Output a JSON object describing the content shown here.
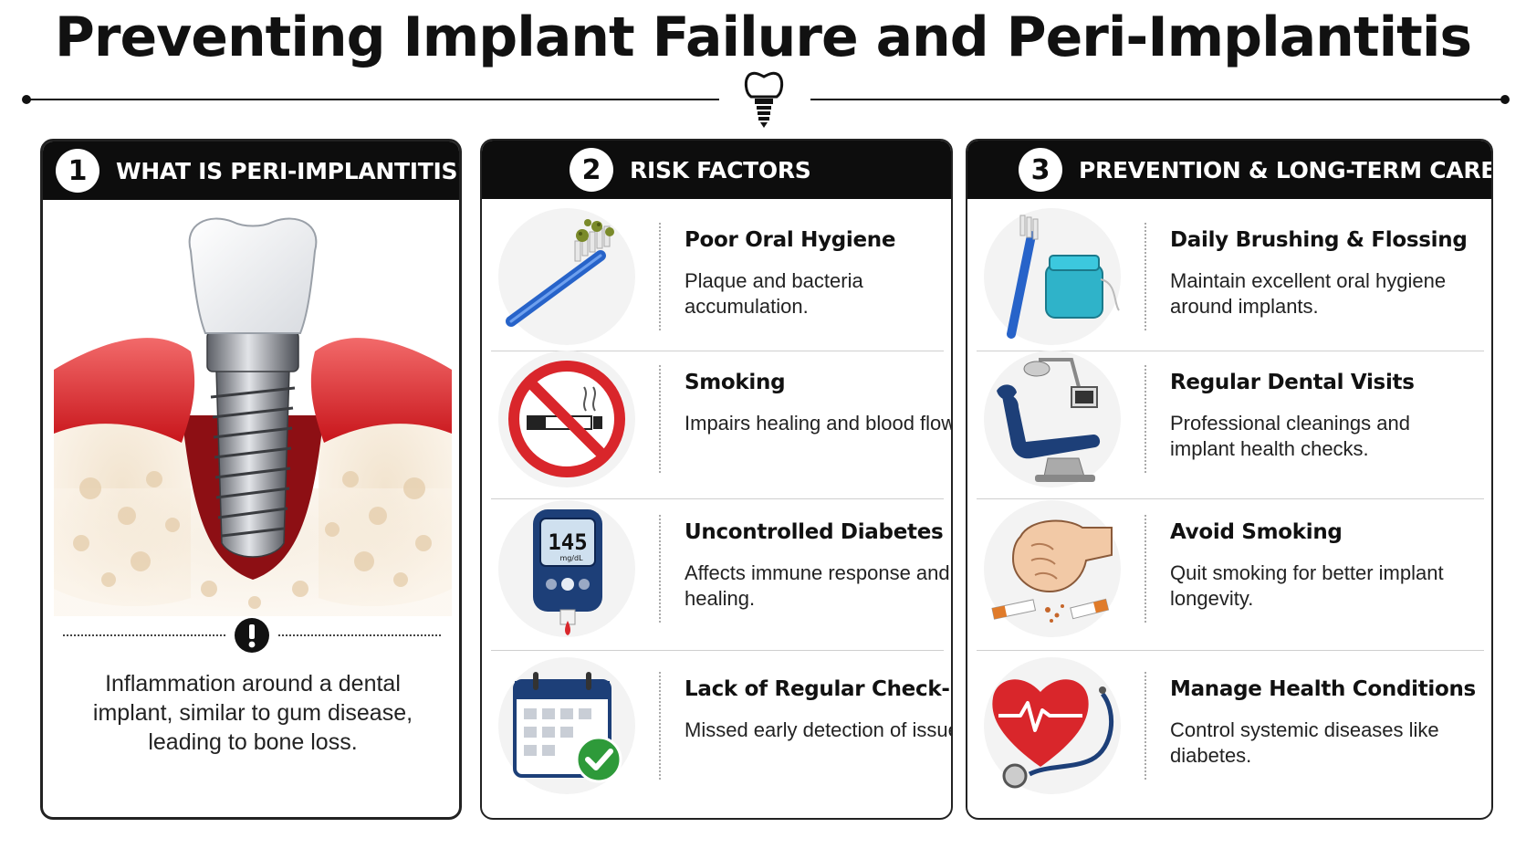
{
  "title": "Preventing Implant Failure and Peri-Implantitis",
  "panels": {
    "what": {
      "number": "1",
      "heading": "WHAT IS PERI-IMPLANTITIS?",
      "description": "Inflammation around a dental implant, similar to gum disease, leading to bone loss."
    },
    "risk": {
      "number": "2",
      "heading": "RISK FACTORS",
      "items": [
        {
          "title": "Poor Oral Hygiene",
          "text": "Plaque and bacteria accumulation.",
          "icon": "dirty-toothbrush-icon"
        },
        {
          "title": "Smoking",
          "text": "Impairs healing and blood flow.",
          "icon": "no-smoking-icon"
        },
        {
          "title": "Uncontrolled Diabetes",
          "text": "Affects immune response and healing.",
          "icon": "glucose-meter-icon",
          "meter_value": "145",
          "meter_unit": "mg/dL"
        },
        {
          "title": "Lack of Regular Check-ups",
          "text": "Missed early detection of issues.",
          "icon": "calendar-check-icon"
        }
      ]
    },
    "prevention": {
      "number": "3",
      "heading": "PREVENTION & LONG-TERM CARE",
      "items": [
        {
          "title": "Daily Brushing & Flossing",
          "text": "Maintain excellent oral hygiene around implants.",
          "icon": "toothbrush-floss-icon"
        },
        {
          "title": "Regular Dental Visits",
          "text": "Professional cleanings and implant health checks.",
          "icon": "dental-chair-icon"
        },
        {
          "title": "Avoid Smoking",
          "text": "Quit smoking for better implant longevity.",
          "icon": "crushed-cigarette-icon"
        },
        {
          "title": "Manage Health Conditions",
          "text": "Control systemic diseases like diabetes.",
          "icon": "heart-stethoscope-icon"
        }
      ]
    }
  },
  "colors": {
    "header_bg": "#0d0d0d",
    "gum_red": "#d9262b",
    "brush_blue": "#2763c9",
    "floss_teal": "#2fb3c9",
    "check_green": "#2e9a3a",
    "meter_navy": "#1d3f78"
  }
}
